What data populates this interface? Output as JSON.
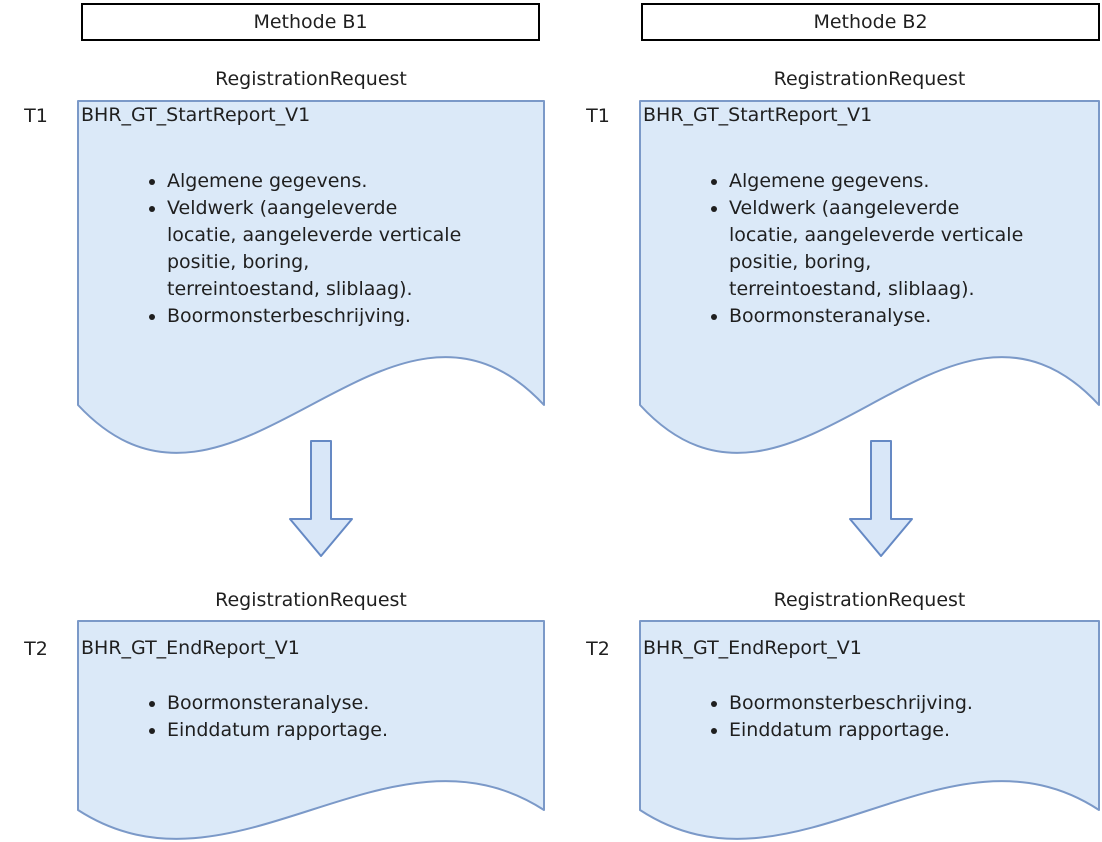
{
  "diagram": {
    "columns": [
      {
        "header": "Methode B1",
        "t1": {
          "tag": "T1",
          "request_label": "RegistrationRequest",
          "title": "BHR_GT_StartReport_V1",
          "bullets": [
            "Algemene gegevens.",
            "Veldwerk (aangeleverde\nlocatie, aangeleverde verticale\npositie, boring,\nterreintoestand, sliblaag).",
            "Boormonsterbeschrijving."
          ]
        },
        "t2": {
          "tag": "T2",
          "request_label": "RegistrationRequest",
          "title": "BHR_GT_EndReport_V1",
          "bullets": [
            "Boormonsteranalyse.",
            "Einddatum rapportage."
          ]
        }
      },
      {
        "header": "Methode B2",
        "t1": {
          "tag": "T1",
          "request_label": "RegistrationRequest",
          "title": "BHR_GT_StartReport_V1",
          "bullets": [
            "Algemene gegevens.",
            "Veldwerk (aangeleverde\nlocatie, aangeleverde verticale\npositie, boring,\nterreintoestand, sliblaag).",
            "Boormonsteranalyse."
          ]
        },
        "t2": {
          "tag": "T2",
          "request_label": "RegistrationRequest",
          "title": "BHR_GT_EndReport_V1",
          "bullets": [
            "Boormonsterbeschrijving.",
            "Einddatum rapportage."
          ]
        }
      }
    ],
    "colors": {
      "document_fill": "#dbe9f8",
      "document_stroke": "#7b99c8",
      "arrow_fill": "#d9e7f8",
      "arrow_stroke": "#6589c4",
      "header_border": "#000000",
      "text": "#1f1f1f"
    }
  }
}
